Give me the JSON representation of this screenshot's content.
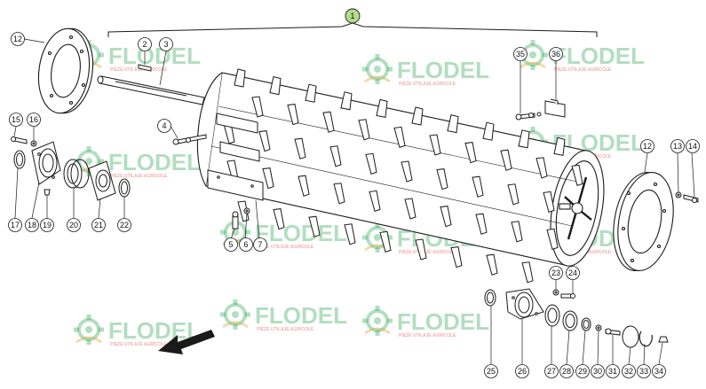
{
  "watermark": {
    "brand": "FLODEL",
    "tagline": "PIEZE UTILAJE AGRICOLE",
    "color": "#22a34a"
  },
  "assembly_callout": "1",
  "callouts": [
    "2",
    "3",
    "4",
    "5",
    "6",
    "7",
    "12",
    "12",
    "13",
    "14",
    "15",
    "16",
    "17",
    "18",
    "19",
    "20",
    "21",
    "22",
    "23",
    "24",
    "25",
    "26",
    "27",
    "28",
    "29",
    "30",
    "31",
    "32",
    "33",
    "34",
    "35",
    "36"
  ],
  "colors": {
    "line": "#1a1a1a",
    "highlight": "#b8d98a"
  }
}
